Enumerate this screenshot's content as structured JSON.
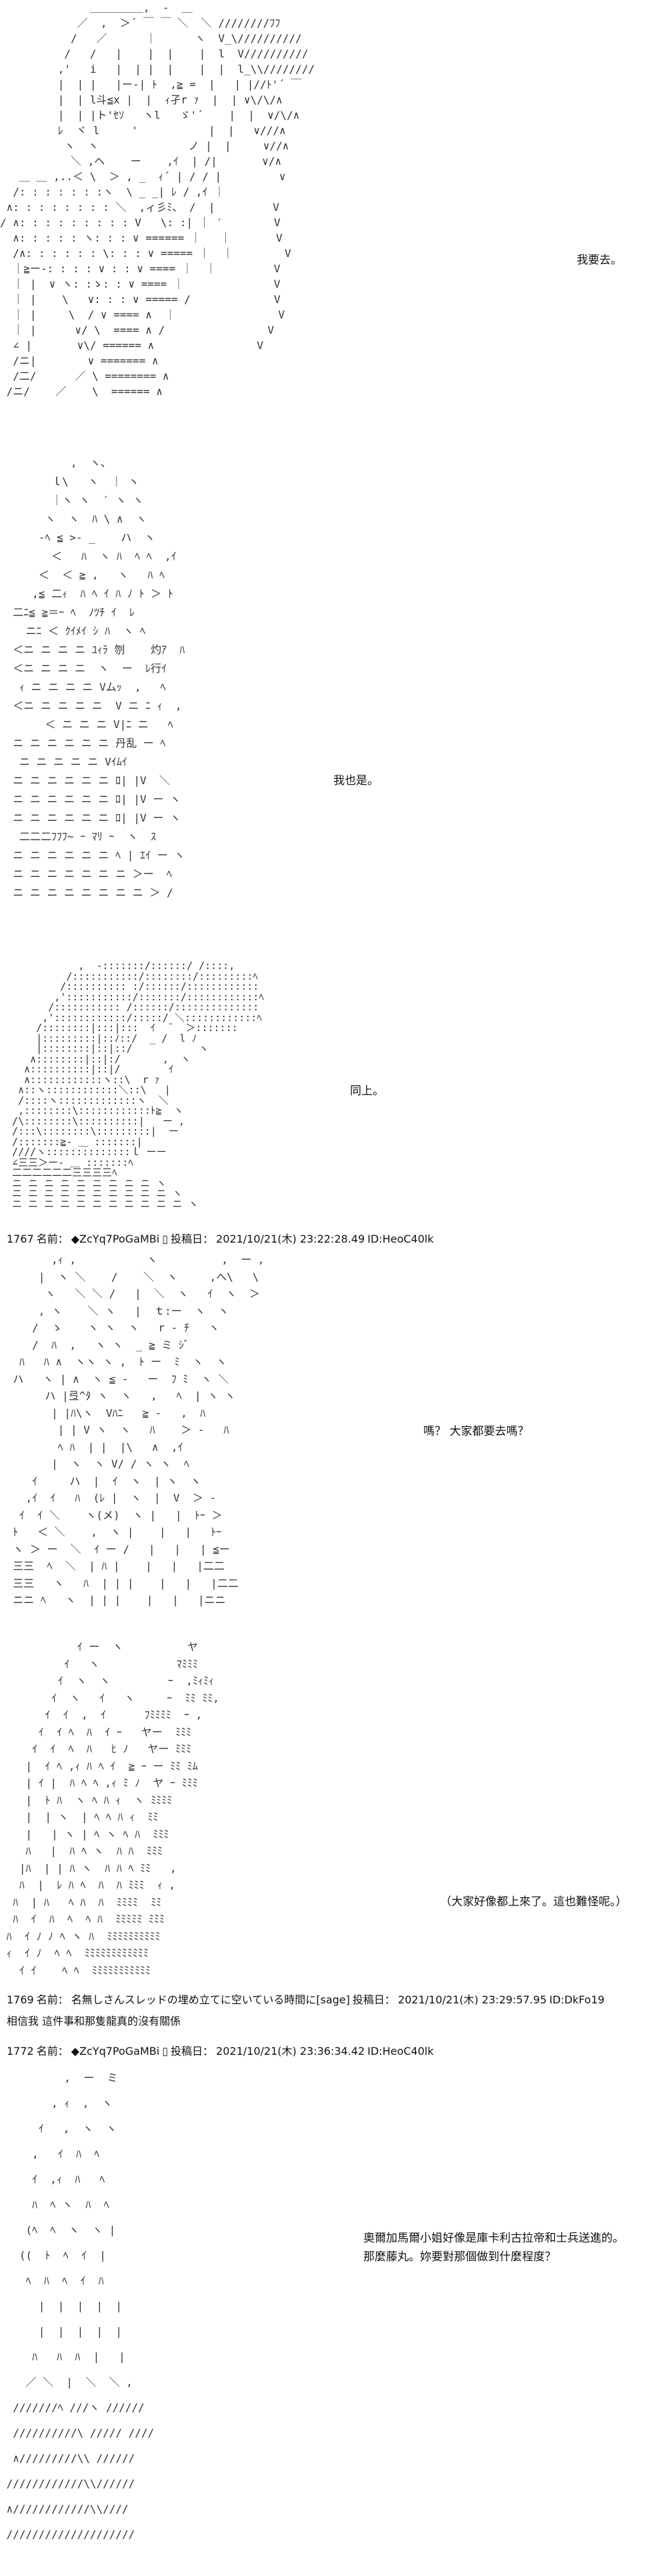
{
  "panels": {
    "p1": {
      "art": "              ＿＿＿＿＿,  -  ＿\n            ／  ,  ＞´ ￣ ￣ ＼  ＼ ////////ﾌﾌ\n           /   ／      ｜      ヽ  V_\\//////////\n          /   /   |    |  |    |  l  V//////////\n         ,'   i   |  | |  |    |  |  l_\\\\////////\n         |  | |   |ー-| ﾄ  ,≧ =  |   | |//ﾄ'´ ￣\n         |  | l斗≦x |  |  ｨ孑r ｧ  |  | ∨\\/\\/∧\n         |  | |ト'ｾｿ   ヽl   ゞ'´    |  |  ∨/\\/∧\n         ﾚ  ヾ l     '           |  |   ∨///∧\n          ヽ  ヽ              ノ |  |     ∨//∧\n           ＼ ,ヘ    ー    ,ｲ  | /|       ∨/∧\n   ＿ ＿ ,..＜ \\  ＞ , _  ｨ´ | / / |         ∨\n  /: : : : : : :ヽ  \\ _ _| ﾚ / ,ｲ ｜\n ∧: : : : : : : : ＼  ,ィ彡ﾐ、 /  |         V\n/ ∧: : : : : : : : : V   \\: :| ｜ ′        V\n  ∧: : : : : ヽ: : : ∨ ====== ｜   ｜       V\n  /∧: : : : : : \\: : : ∨ ===== ｜  ｜        V\n  ｜≧ー-: : : : ∨ : : ∨ ==== ｜  ｜         V\n  ｜ |  ∨ ヽ: :ゝ: : ∨ ==== ｜              V\n  ｜ |    \\   ∨: : : ∨ ===== /             V\n  ｜ |     \\  / ∨ ==== ∧  ｜                V\n  ｜ |      ∨/ \\  ==== ∧ /                V\n  ∠ |       ∨\\/ ====== ∧                V\n  /ニ|        ∨ ======= ∧\n  /二/      ／ \\ ======== ∧\n /ニ/    ／    \\  ====== ∧",
      "line1": "我要去。"
    },
    "p2": {
      "art": "           ,  ヽ、\n        ｌ\\   ヽ  ｜ ヽ\n        ｜ヽ ヽ  ′ ヽ ヽ\n       ヽ  ヽ  ﾊ \\ ∧  ヽ\n      -ﾍ ≦ >- _    ハ  ヽ\n        ＜   ﾊ  ヽ ﾊ  ﾍ ﾍ  ,ｲ\n      ＜  ＜ ≧ ,   ヽ   ﾊ ﾍ\n     ,≦ 二ｨ  ﾊ ﾍ ｲ ﾊ ﾉ ﾄ ＞ ﾄ\n  二ﾆ≦ ≧＝ｰ ﾍ  ﾉﾂﾁ ｲ  ﾚ\n    ニﾆ ＜ ｸｲﾒｲ ｼ ﾊ  ヽ ﾍ\n  ＜ニ ニ ニ ニ ﾕｨﾗ 刎    灼ｱ  ﾊ\n  ＜ニ ニ ニ ニ  ヽ  ー  ﾚ行ｲ\n   ｨ ニ ニ ニ ニ Vムｯ  ,   ﾍ\n  ＜ニ ニ ニ ニ ニ  V ニ ﾆ ｨ  ,\n       ＜ ニ ニ ニ V|ﾆ ニ   ﾍ\n  ニ ニ ニ ニ ニ ニ 丹乱 ー ﾍ\n   ニ ニ ニ ニ ニ Vｲﾑｲ\n  ニ ニ ニ ニ ニ ニ ﾛ| |V  ＼\n  ニ ニ ニ ニ ニ ニ ﾛ| |V ー ヽ\n  ニ ニ ニ ニ ニ ニ ﾛ| |V ー ヽ\n   二二二ﾌﾌﾌ~ ｰ ﾏﾘ ｰ  ヽ  ｽ\n  ニ ニ ニ ニ ニ ニ ﾍ | ｴｲ ー ヽ\n  ニ ニ ニ ニ ニ ニ ニ ＞ー  ﾍ\n  ニ ニ ニ ニ ニ ニ ニ ニ ＞ /",
      "line1": "我也是。"
    },
    "p3": {
      "art": "             ,  -:::::::/::::::/ /::::,\n           /:::::::::::/::::::::/:::::::::ﾍ\n          /:::::::::: :/::::::/::::::::::::\n         ,':::::::::::/:::::::/::::::::::::ﾍ\n        /::::::::::: /::::::/::::::::::::::\n       ,'::::::::::::/:::::/ ＼::::::::::::ﾍ\n      /::::::::|:::|:::  ｲ  ¨  ＞:::::::\n      |:::::::::|::ﾉ::/  _ /  l ﾉ\n      |::::::::|::|::/           ヽ\n     ∧::::::::|::|:/       ,  ヽ\n    ∧::::::::::|::|/        ｲ\n    ∧::::::::::::ヽ::\\  r ｧ\n   ∧::ヽ::::::::::::＼::\\   |\n   /::::ヽ:::::::::::::ヽ  ＼\n   ,::::::::\\::::::::::::ﾄ≧  ヽ\n  /\\::::::::\\::::::::::|   ー ,\n  /:::\\::::::::\\:::::::::|  ー\n  /:::::::≧- ＿ :::::::|\n  ////ヽ::::::::::::::ｌ ーー\n  ∠三三＞ー- ＿ :::::::ﾍ\n  二二二二二二三三三三ﾍ\n  ニ ニ ニ ニ ニ ニ ニ ニ ニ ヽ\n  ニ ニ ニ ニ ニ ニ ニ ニ ニ ニ ヽ\n  ニ ニ ニ ニ ニ ニ ニ ニ ニ ニ ニ ヽ",
      "line1": "同上。"
    },
    "post1767": {
      "number": "1767",
      "name_label": "名前：",
      "trip": "◆ZcYq7PoGaMBi",
      "mark": "▯",
      "date_label": "投稿日：",
      "date": "2021/10/21(木) 23:22:28.49",
      "id": "ID:HeoC40lk"
    },
    "p4": {
      "art": "        ,ｨ ,           ヽ          ,  ー ,\n      |  ヽ ＼    /    ＼  ヽ     ,ヘ\\   \\\n       ヽ   ＼ ＼ /   |  ＼  ヽ   ｲ  ヽ  ＞\n      , ヽ    ＼ ヽ   |  ｔ:ー  ヽ  ヽ\n     /  ゝ    ヽ ヽ  ヽ   r ‐ ﾁ   ヽ\n     /  ﾊ  ,   ヽ ヽ  _ ≧ ミ ｼﾞ\n   ﾊ   ﾊ ∧  ヽヽ ヽ ,  ﾄ ー  ﾐ  ヽ  ヽ\n  ハ   ヽ | ∧  ヽ ≦ -   ー  ﾌ ﾐ  ヽ ＼\n       ハ |弖^ﾀ ヽ  ヽ   ,   ﾍ  | ヽ ヽ\n        | |ﾊ\\ヽ  Vﾊﾆ   ≧ ‐   ,  ﾊ\n         | | V ヽ  ヽ   ﾊ    ＞ -   ﾊ\n         ﾍ ﾊ  | |  |\\   ∧  ,ｲ\n        |  ヽ  ヽ V/ / ヽ ヽ  ﾍ\n     ｲ     ハ  |  ｲ  ヽ  | ヽ  ヽ\n    ,ｲ  ｲ   ﾊ  (ﾚ |  ヽ  |  V  ＞ -\n   ｲ  ｲ ＼    ヽ(メ)  ヽ |   |  ﾄｰ ＞\n  ﾄ   ＜ ＼    ,  ヽ |    |   |   ﾄｰ\n  ヽ ＞ ー  ＼  ｲ ー /   |   |   | ≦ー\n  三三  ﾍ  ＼  | ﾊ |    |   |   |二二\n  三三   ヽ   ﾊ  | | |    |   |   |二二\n  ニニ ﾍ   ヽ  | | |    |   |   |ニニ",
      "line1": "嗎？ 大家都要去嗎？"
    },
    "p5": {
      "art": "            ｲ ー  ヽ          ヤ\n          ｲ   ヽ            ﾏﾐﾐﾐ\n         ｲ  ヽ  ヽ         ｰ  ,ﾐｨﾐｨ\n        ｲ  ヽ   ｲ   ヽ     ｰ  ﾐﾐ ﾐﾐ,\n       ｲ  ｲ  ,  ｲ      ﾌﾐﾐﾐﾐ  ｰ ,\n      ｲ  ｲ ﾍ  ﾊ  ｲ ｰ   ヤー  ﾐﾐﾐ\n     ｲ  ｲ  ﾍ  ﾊ   ﾋ ﾉ   ヤー ﾐﾐﾐ\n    |  ｲ ﾍ ,ｨ ﾊ ﾍ ｲ  ≧ ｰ ー ﾐﾐ ﾐﾑ\n    | ｲ |  ﾊ ﾍ ﾍ ,ｨ ﾐ ﾉ  ヤ ｰ ﾐﾐﾐ\n    |  ﾄ ﾊ  ヽ ﾍ ﾊ ｨ  ヽ ﾐﾐﾐﾐ\n    |  | ヽ  | ﾍ ﾍ ﾊ ｨ  ﾐﾐ\n    |   | ヽ | ﾍ ヽ ﾍ ﾊ  ﾐﾐﾐ\n    ﾊ   |  ﾊ ﾍ ヽ  ﾊ ﾊ  ﾐﾐﾐ\n   |ﾊ  | | ﾊ ヽ  ﾊ ﾊ ﾍ ﾐﾐ   ,\n   ﾊ  |  ﾚ ﾊ ﾍ  ﾊ  ﾊ ﾐﾐﾐ  ｨ ,\n  ﾊ  | ﾊ   ﾍ ﾊ  ﾊ  ﾐﾐﾐﾐ  ﾐﾐ\n  ﾊ  ｲ  ﾊ  ﾍ  ﾍ ﾊ  ﾐﾐﾐﾐﾐ ﾐﾐﾐ\n ﾊ  ｲ ﾉ ﾉ ﾍ ヽ ﾊ  ﾐﾐﾐﾐﾐﾐﾐﾐﾐﾐ\n ｨ  ｲ ﾉ  ﾍ ﾍ  ﾐﾐﾐﾐﾐﾐﾐﾐﾐﾐﾐﾐ\n   ｲ ｲ    ﾍ ﾍ  ﾐﾐﾐﾐﾐﾐﾐﾐﾐﾐﾐ",
      "line1": "（大家好像都上來了。這也難怪呢。）"
    },
    "post1769": {
      "number": "1769",
      "name_label": "名前：",
      "name": "名無しさんスレッドの埋め立てに空いている時間に[sage]",
      "date_label": "投稿日：",
      "date": "2021/10/21(木) 23:29:57.95",
      "id": "ID:DkFo19",
      "body": "相信我 這件事和那隻龍真的沒有關係"
    },
    "post1772": {
      "number": "1772",
      "name_label": "名前：",
      "trip": "◆ZcYq7PoGaMBi",
      "mark": "▯",
      "date_label": "投稿日：",
      "date": "2021/10/21(木) 23:36:34.42",
      "id": "ID:HeoC40lk"
    },
    "p6": {
      "art": "          ,  ー  ミ\n        , ｨ  ,  ヽ\n      ｲ   ,  ヽ  ヽ\n     ,   ｲ  ﾊ  ﾍ\n     ｲ  ,ｨ  ﾊ   ﾍ\n     ﾊ  ﾍ ヽ  ﾊ  ﾍ\n    (ﾍ  ﾍ  ヽ  ヽ |\n   ((  ﾄ  ﾍ  ｲ  |\n    ﾍ  ﾊ  ﾍ  ｲ  ﾊ\n      |  |  |  |  |\n      |  |  |  |  |\n     ﾊ   ﾊ  ﾊ  |   |\n    ／ ＼  |  ＼  ＼ ,\n  ///////ﾍ ///ヽ //////\n  //////////\\ ///// ////\n  ∧/////////\\\\ //////\n ////////////\\\\//////\n ∧////////////\\\\////\n ////////////////////",
      "line1": "奧爾加馬爾小姐好像是庫卡利古拉帝和士兵送進的。",
      "line2": "那麼藤丸。妳要對那個做到什麼程度？"
    }
  }
}
